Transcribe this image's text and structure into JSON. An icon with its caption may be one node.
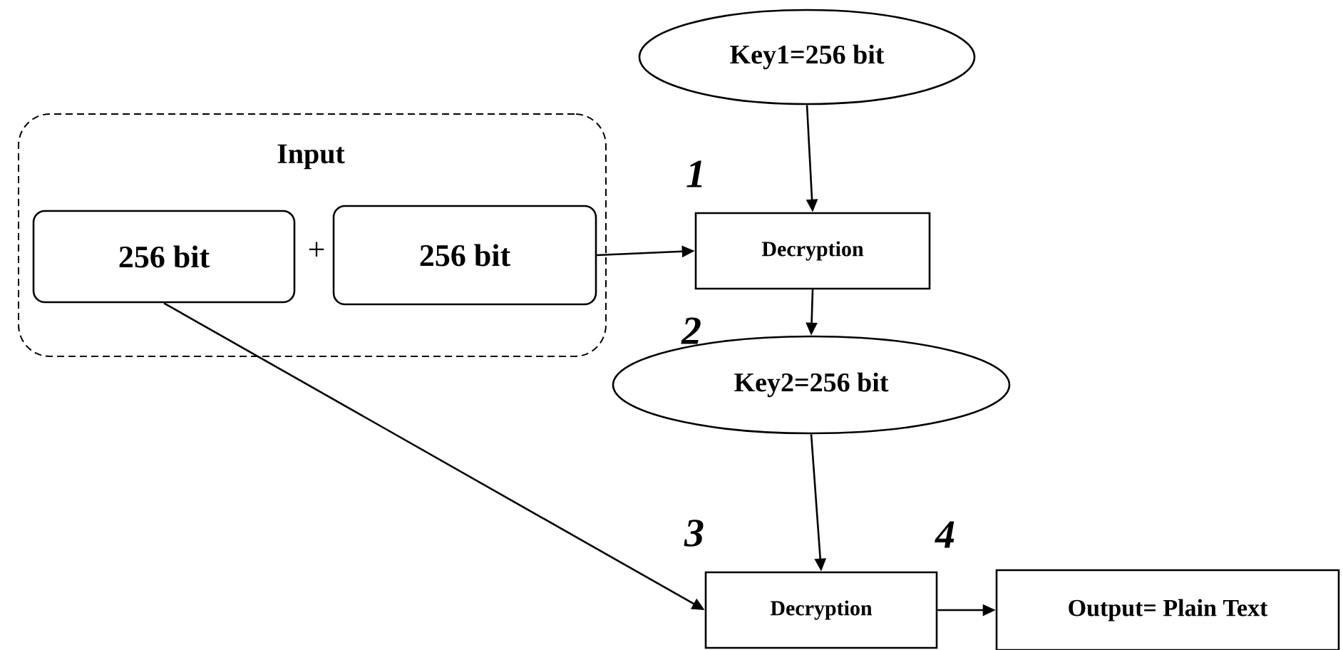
{
  "diagram": {
    "nodes": [
      {
        "text": [
          "Input"
        ]
      },
      {
        "text": [
          "256 bit"
        ],
        "in": 0
      },
      {
        "text": [
          "256 bit"
        ],
        "in": 0
      },
      {
        "text": [
          "Key1=256 bit"
        ]
      },
      {
        "text": [
          "Decryption"
        ]
      },
      {
        "text": [
          "Key2=256 bit"
        ]
      },
      {
        "text": [
          "Decryption"
        ]
      },
      {
        "text": [
          "Output= Plain Text"
        ]
      }
    ],
    "edges": [
      {
        "from": 3,
        "to": 4,
        "arrow": "to"
      },
      {
        "from": 2,
        "to": 4,
        "arrow": "to"
      },
      {
        "from": 4,
        "to": 5,
        "arrow": "to"
      },
      {
        "from": 5,
        "to": 6,
        "arrow": "to"
      },
      {
        "from": 1,
        "to": 6,
        "arrow": "to"
      },
      {
        "from": 6,
        "to": 7,
        "arrow": "to"
      }
    ],
    "labels": [
      "+",
      "1",
      "2",
      "3",
      "4"
    ]
  }
}
